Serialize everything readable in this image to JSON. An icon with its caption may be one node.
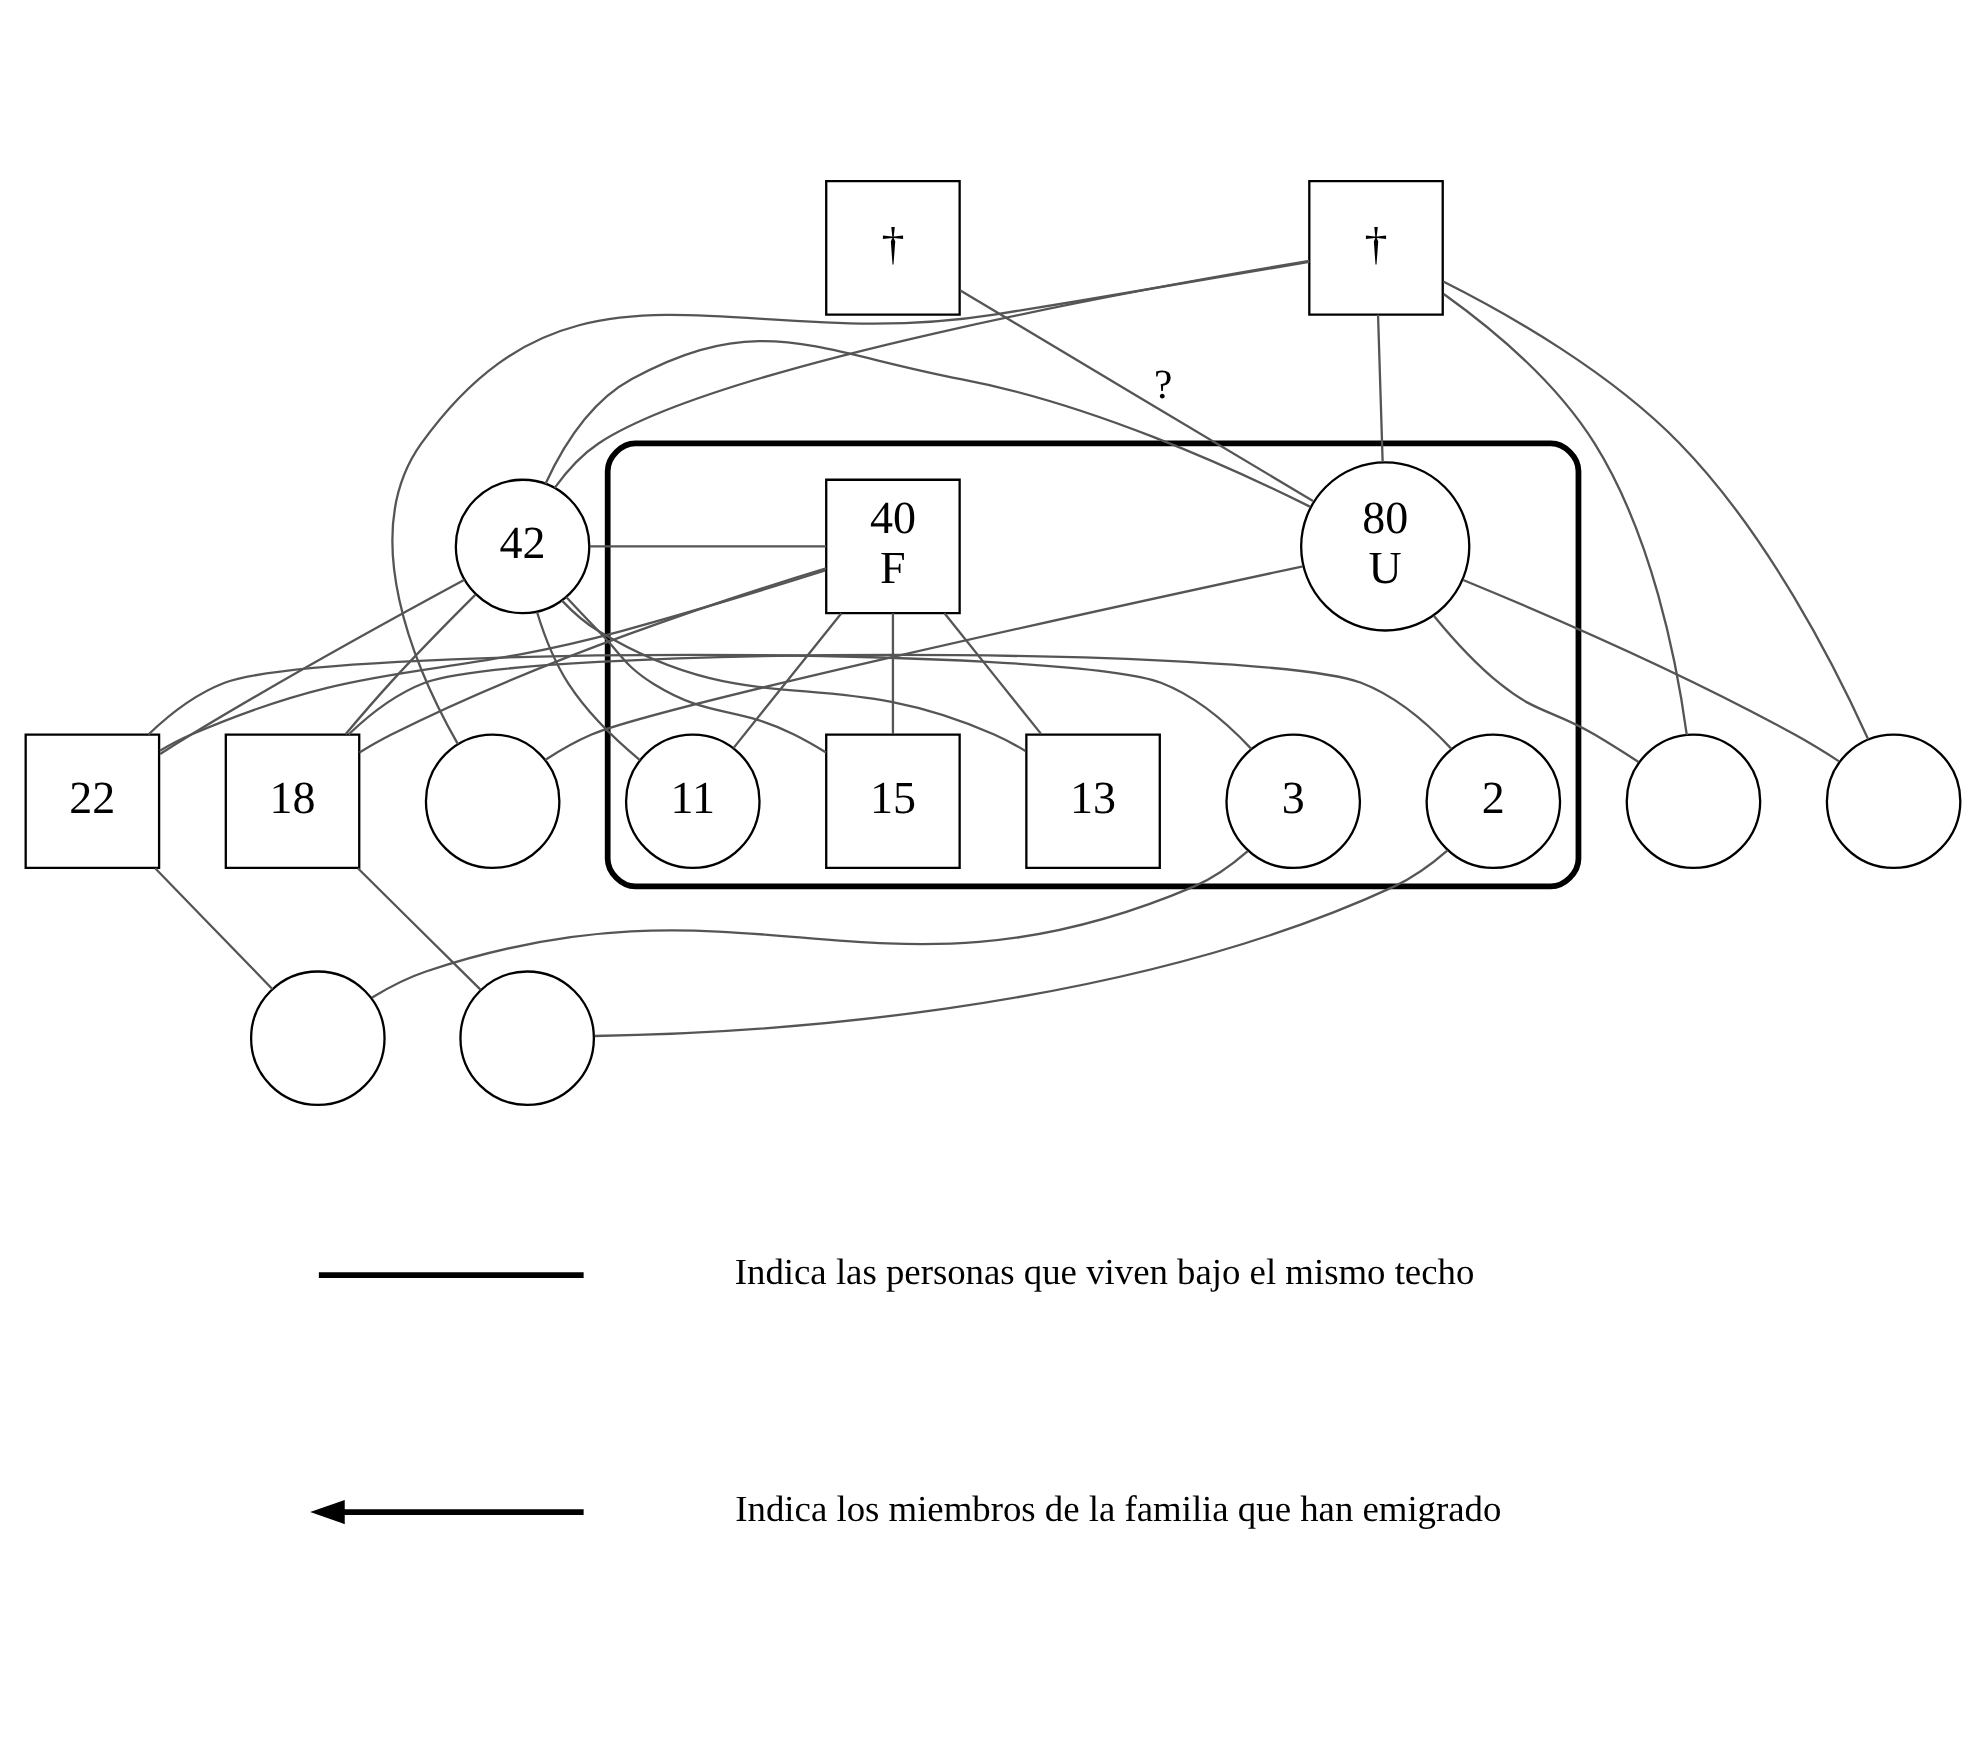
{
  "diagram": {
    "nodes": [
      {
        "text": [],
        "shape": "cloud"
      },
      {
        "text": [
          "†"
        ]
      },
      {
        "text": [
          "80",
          "U"
        ],
        "in": 0
      },
      {
        "text": [
          "†"
        ]
      },
      {
        "text": [],
        "shape": "circle"
      },
      {
        "text": [],
        "shape": "circle"
      },
      {
        "text": [],
        "shape": "circle"
      },
      {
        "text": [
          "42"
        ]
      },
      {
        "text": [
          "40",
          "F"
        ],
        "in": 0
      },
      {
        "text": [
          "22"
        ]
      },
      {
        "text": [
          "18"
        ]
      },
      {
        "text": [
          "15"
        ],
        "in": 0
      },
      {
        "text": [
          "13"
        ],
        "in": 0
      },
      {
        "text": [
          "11"
        ],
        "in": 0
      },
      {
        "text": [
          "3"
        ],
        "in": 0
      },
      {
        "text": [
          "2"
        ],
        "in": 0
      },
      {
        "text": [],
        "shape": "circle"
      },
      {
        "text": [],
        "shape": "circle"
      }
    ],
    "edges": [
      {
        "from": 1,
        "to": 2,
        "arrow": "none"
      },
      {
        "from": 2,
        "to": 3,
        "arrow": "none",
        "label": "?"
      },
      {
        "from": 1,
        "to": 4,
        "arrow": "none"
      },
      {
        "from": 2,
        "to": 4,
        "arrow": "none"
      },
      {
        "from": 1,
        "to": 5,
        "arrow": "none"
      },
      {
        "from": 2,
        "to": 5,
        "arrow": "none"
      },
      {
        "from": 1,
        "to": 6,
        "arrow": "none"
      },
      {
        "from": 2,
        "to": 6,
        "arrow": "none"
      },
      {
        "from": 1,
        "to": 7,
        "arrow": "none"
      },
      {
        "from": 2,
        "to": 7,
        "arrow": "none"
      },
      {
        "from": 7,
        "to": 8,
        "arrow": "none"
      },
      {
        "from": 7,
        "to": 9,
        "arrow": "none"
      },
      {
        "from": 8,
        "to": 9,
        "arrow": "none"
      },
      {
        "from": 7,
        "to": 10,
        "arrow": "none"
      },
      {
        "from": 8,
        "to": 10,
        "arrow": "none"
      },
      {
        "from": 7,
        "to": 11,
        "arrow": "none"
      },
      {
        "from": 8,
        "to": 11,
        "arrow": "none"
      },
      {
        "from": 7,
        "to": 12,
        "arrow": "none"
      },
      {
        "from": 8,
        "to": 12,
        "arrow": "none"
      },
      {
        "from": 7,
        "to": 13,
        "arrow": "none"
      },
      {
        "from": 8,
        "to": 13,
        "arrow": "none"
      },
      {
        "from": 9,
        "to": 14,
        "arrow": "none"
      },
      {
        "from": 9,
        "to": 16,
        "arrow": "none"
      },
      {
        "from": 14,
        "to": 16,
        "arrow": "none"
      },
      {
        "from": 10,
        "to": 15,
        "arrow": "none"
      },
      {
        "from": 10,
        "to": 17,
        "arrow": "none"
      },
      {
        "from": 15,
        "to": 17,
        "arrow": "none"
      }
    ],
    "legend": [
      {
        "text": "Indica las personas que viven bajo el mismo techo"
      },
      {
        "text": "Indica los miembros de la familia que han emigrado"
      }
    ]
  }
}
